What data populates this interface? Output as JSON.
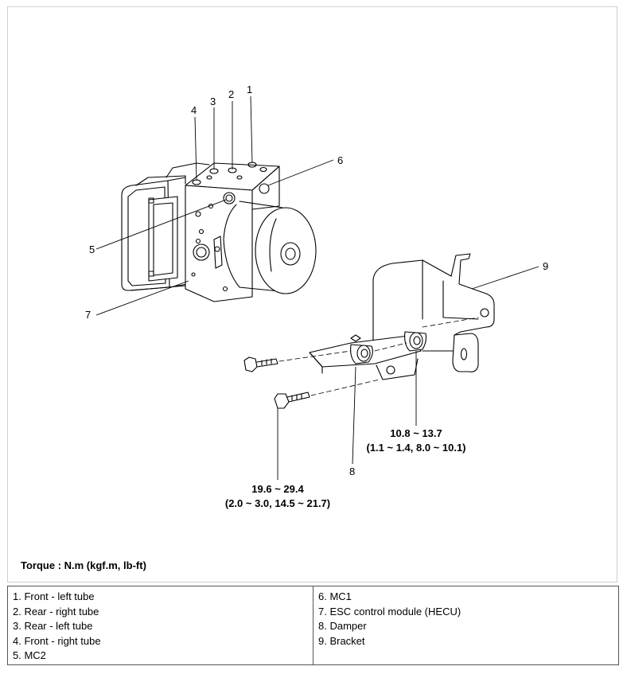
{
  "diagram": {
    "callouts": {
      "c1": "1",
      "c2": "2",
      "c3": "3",
      "c4": "4",
      "c5": "5",
      "c6": "6",
      "c7": "7",
      "c8": "8",
      "c9": "9"
    },
    "torque_damper": {
      "line1": "10.8 ~ 13.7",
      "line2": "(1.1 ~ 1.4, 8.0 ~ 10.1)"
    },
    "torque_bolt": {
      "line1": "19.6 ~ 29.4",
      "line2": "(2.0 ~ 3.0, 14.5 ~ 21.7)"
    },
    "torque_note": "Torque : N.m (kgf.m, lb-ft)"
  },
  "legend": {
    "left": [
      "1. Front - left tube",
      "2. Rear - right tube",
      "3. Rear - left tube",
      "4. Front - right tube",
      "5. MC2"
    ],
    "right": [
      "6. MC1",
      "7. ESC control module (HECU)",
      "8. Damper",
      "9. Bracket"
    ]
  }
}
